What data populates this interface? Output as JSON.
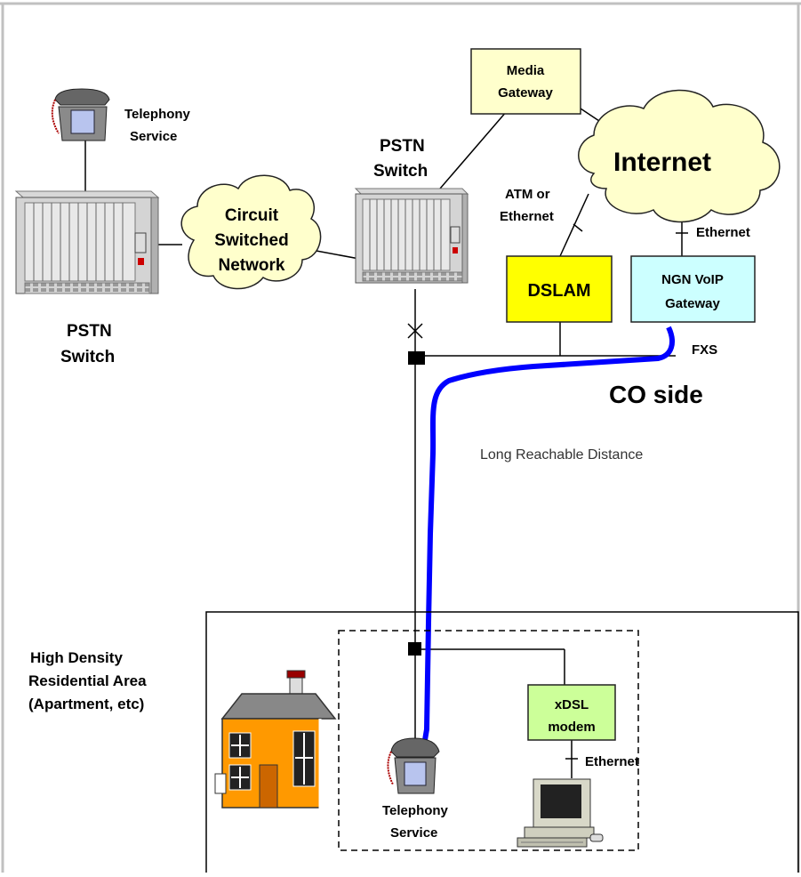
{
  "labels": {
    "telephony_service_top": [
      "Telephony",
      "Service"
    ],
    "pstn_switch_left": [
      "PSTN",
      "Switch"
    ],
    "pstn_switch_mid": [
      "PSTN",
      "Switch"
    ],
    "circuit_switched_network": [
      "Circuit",
      "Switched",
      "Network"
    ],
    "media_gateway": [
      "Media",
      "Gateway"
    ],
    "internet": "Internet",
    "atm_or_ethernet": [
      "ATM or",
      "Ethernet"
    ],
    "ethernet_top": "Ethernet",
    "dslam": "DSLAM",
    "ngn_voip_gateway": [
      "NGN VoIP",
      "Gateway"
    ],
    "fxs": "FXS",
    "co_side": "CO side",
    "long_reachable_distance": "Long Reachable Distance",
    "residential_area": [
      "High Density",
      "Residential Area",
      "(Apartment, etc)"
    ],
    "xdsl_modem": [
      "xDSL",
      "modem"
    ],
    "ethernet_bottom": "Ethernet",
    "telephony_service_bottom": [
      "Telephony",
      "Service"
    ]
  },
  "colors": {
    "cloud_fill": "#ffffcc",
    "media_gateway_fill": "#ffffcc",
    "dslam_fill": "#ffff00",
    "ngn_gateway_fill": "#ccffff",
    "xdsl_modem_fill": "#ccff99",
    "blue_line": "#0000ff",
    "house_wall": "#ff9900",
    "roof": "#888888"
  }
}
